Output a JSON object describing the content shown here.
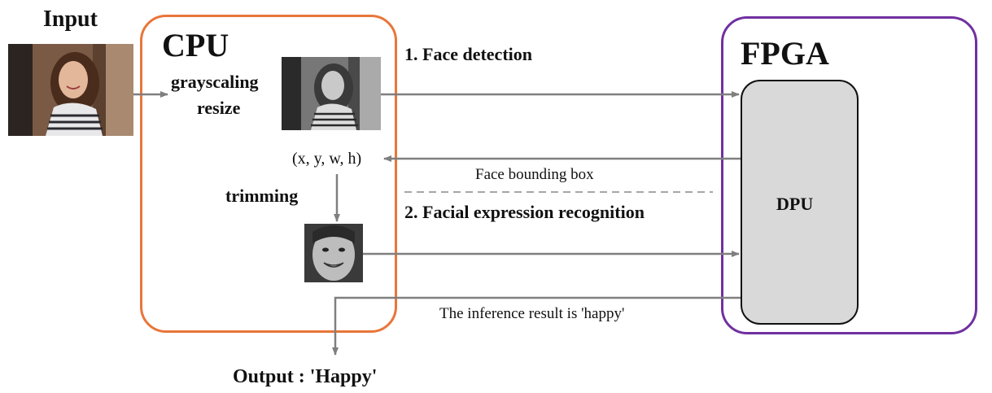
{
  "input_label": "Input",
  "cpu": {
    "title": "CPU",
    "step_labels": [
      "grayscaling",
      "resize"
    ],
    "coords_label": "(x, y, w, h)",
    "trimming_label": "trimming",
    "border_color": "#e8763a"
  },
  "fpga": {
    "title": "FPGA",
    "dpu_label": "DPU",
    "border_color": "#7030a0",
    "dpu_fill": "#d9d9d9"
  },
  "steps": {
    "face_detection": "1. Face detection",
    "bounding_box": "Face bounding box",
    "expression_recognition": "2.  Facial expression recognition",
    "inference_result": "The inference result is 'happy'"
  },
  "output_label": "Output : 'Happy'",
  "arrow_color": "#7f7f7f"
}
